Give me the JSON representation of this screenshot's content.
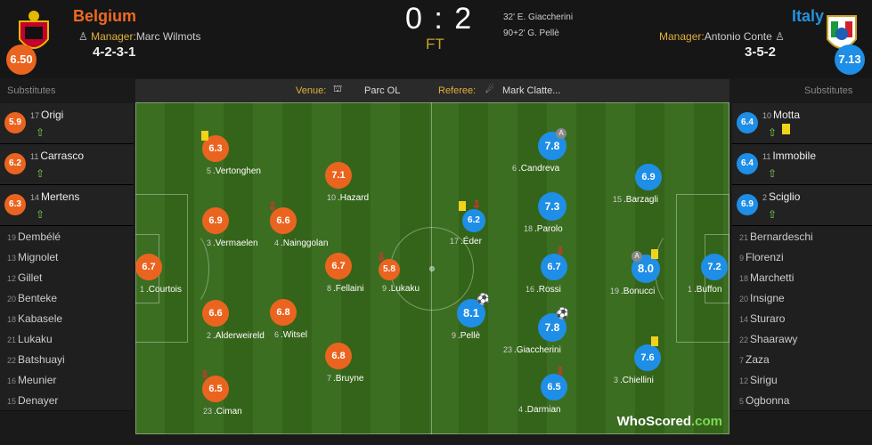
{
  "home": {
    "name": "Belgium",
    "manager_label": "Manager:",
    "manager": "Marc Wilmots",
    "formation": "4-2-3-1",
    "rating": "6.50",
    "color": "#ea6420"
  },
  "away": {
    "name": "Italy",
    "manager_label": "Manager:",
    "manager": "Antonio Conte",
    "formation": "3-5-2",
    "rating": "7.13",
    "color": "#1e8ee6"
  },
  "score": "0 : 2",
  "status": "FT",
  "goals": [
    "32' E. Giaccherini",
    "90+2' G. Pellè"
  ],
  "venue_label": "Venue:",
  "venue": "Parc OL",
  "referee_label": "Referee:",
  "referee": "Mark Clatte...",
  "subs_title": "Substitutes",
  "home_subs": [
    {
      "num": "17",
      "name": "Origi",
      "rating": "5.9"
    },
    {
      "num": "11",
      "name": "Carrasco",
      "rating": "6.2"
    },
    {
      "num": "14",
      "name": "Mertens",
      "rating": "6.3"
    }
  ],
  "home_unused": [
    {
      "num": "19",
      "name": "Dembélé"
    },
    {
      "num": "13",
      "name": "Mignolet"
    },
    {
      "num": "12",
      "name": "Gillet"
    },
    {
      "num": "20",
      "name": "Benteke"
    },
    {
      "num": "18",
      "name": "Kabasele"
    },
    {
      "num": "21",
      "name": "Lukaku"
    },
    {
      "num": "22",
      "name": "Batshuayi"
    },
    {
      "num": "16",
      "name": "Meunier"
    },
    {
      "num": "15",
      "name": "Denayer"
    }
  ],
  "away_subs": [
    {
      "num": "10",
      "name": "Motta",
      "rating": "6.4"
    },
    {
      "num": "11",
      "name": "Immobile",
      "rating": "6.4"
    },
    {
      "num": "2",
      "name": "Sciglio",
      "rating": "6.9"
    }
  ],
  "away_unused": [
    {
      "num": "21",
      "name": "Bernardeschi"
    },
    {
      "num": "9",
      "name": "Florenzi"
    },
    {
      "num": "18",
      "name": "Marchetti"
    },
    {
      "num": "20",
      "name": "Insigne"
    },
    {
      "num": "14",
      "name": "Sturaro"
    },
    {
      "num": "22",
      "name": "Shaarawy"
    },
    {
      "num": "7",
      "name": "Zaza"
    },
    {
      "num": "12",
      "name": "Sirigu"
    },
    {
      "num": "5",
      "name": "Ogbonna"
    }
  ],
  "home_players": [
    {
      "num": "1",
      "name": "Courtois",
      "rating": "6.7"
    },
    {
      "num": "5",
      "name": "Vertonghen",
      "rating": "6.3"
    },
    {
      "num": "3",
      "name": "Vermaelen",
      "rating": "6.9"
    },
    {
      "num": "2",
      "name": "Alderweireld",
      "rating": "6.6"
    },
    {
      "num": "23",
      "name": "Ciman",
      "rating": "6.5"
    },
    {
      "num": "4",
      "name": "Nainggolan",
      "rating": "6.6"
    },
    {
      "num": "6",
      "name": "Witsel",
      "rating": "6.8"
    },
    {
      "num": "10",
      "name": "Hazard",
      "rating": "7.1"
    },
    {
      "num": "8",
      "name": "Fellaini",
      "rating": "6.7"
    },
    {
      "num": "7",
      "name": "Bruyne",
      "rating": "6.8"
    },
    {
      "num": "9",
      "name": "Lukaku",
      "rating": "5.8"
    }
  ],
  "away_players": [
    {
      "num": "1",
      "name": "Buffon",
      "rating": "7.2"
    },
    {
      "num": "15",
      "name": "Barzagli",
      "rating": "6.9"
    },
    {
      "num": "19",
      "name": "Bonucci",
      "rating": "8.0"
    },
    {
      "num": "3",
      "name": "Chiellini",
      "rating": "7.6"
    },
    {
      "num": "6",
      "name": "Candreva",
      "rating": "7.8"
    },
    {
      "num": "18",
      "name": "Parolo",
      "rating": "7.3"
    },
    {
      "num": "16",
      "name": "Rossi",
      "rating": "6.7"
    },
    {
      "num": "23",
      "name": "Giaccherini",
      "rating": "7.8"
    },
    {
      "num": "4",
      "name": "Darmian",
      "rating": "6.5"
    },
    {
      "num": "17",
      "name": "Éder",
      "rating": "6.2"
    },
    {
      "num": "9",
      "name": "Pellè",
      "rating": "8.1"
    }
  ],
  "captain_badge": "A",
  "watermark": {
    "a": "WhoScored",
    "b": ".com"
  }
}
